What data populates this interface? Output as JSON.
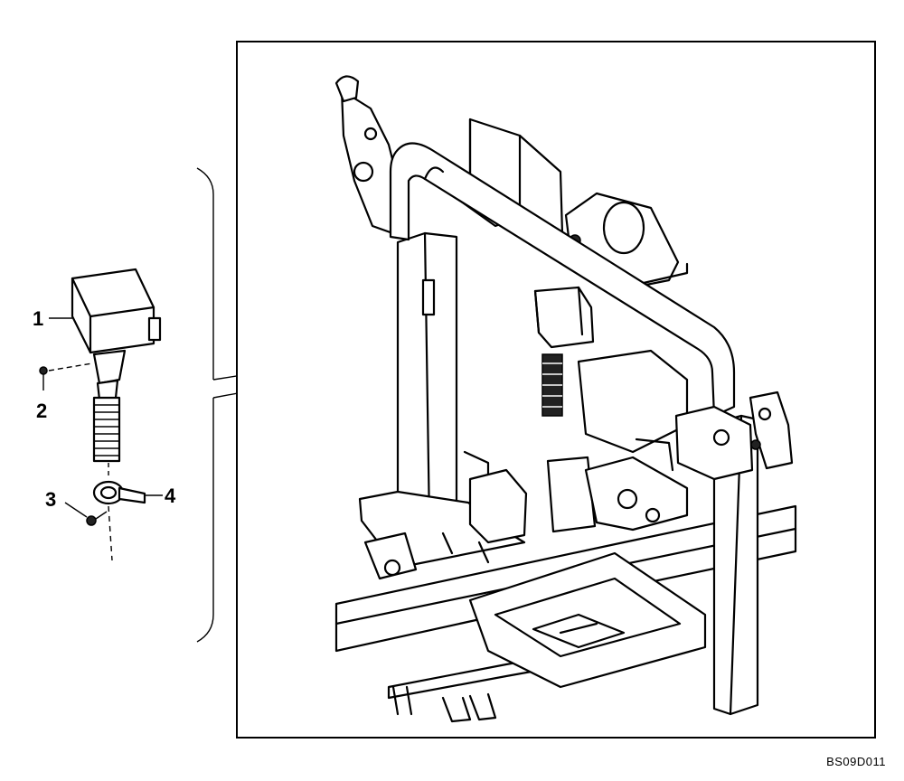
{
  "callouts": {
    "item1": "1",
    "item2": "2",
    "item3": "3",
    "item4": "4"
  },
  "drawing_code": "BS09D011"
}
